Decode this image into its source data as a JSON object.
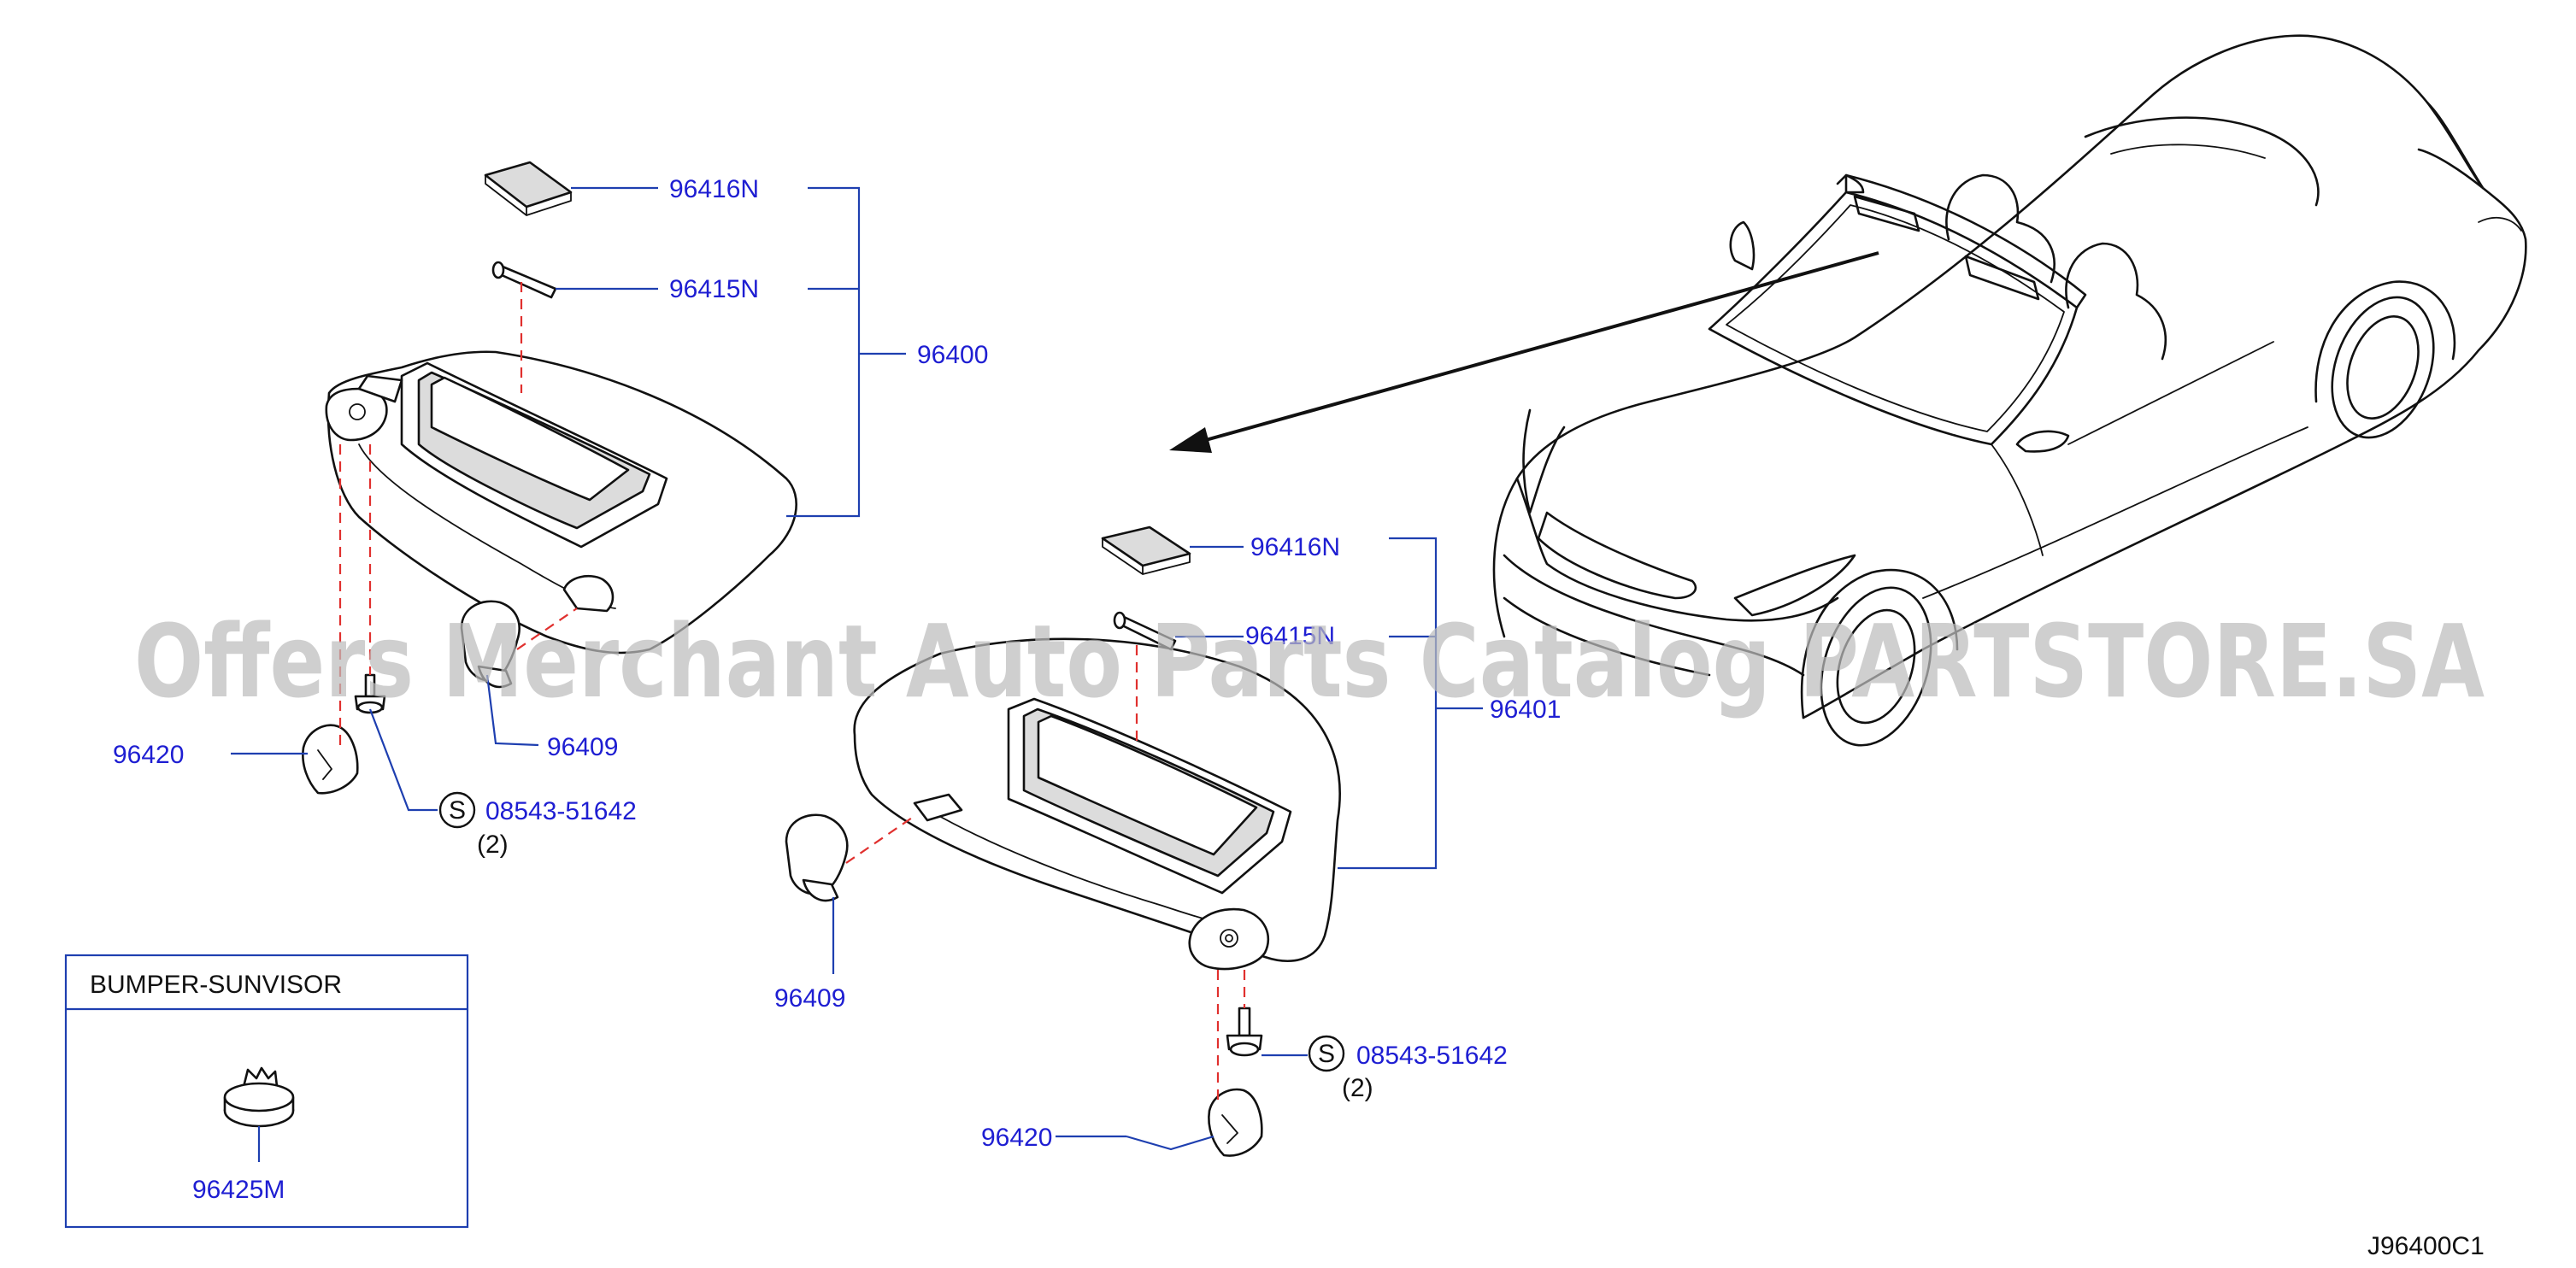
{
  "diagram_id": "J96400C1",
  "watermark": "Offers Merchant Auto Parts Catalog PARTSTORE.SA",
  "left_assembly": {
    "mirror_cover": "96416N",
    "lamp_bulb": "96415N",
    "assembly": "96400",
    "holder": "96409",
    "cover": "96420",
    "screw_symbol": "S",
    "screw": "08543-51642",
    "screw_qty": "(2)"
  },
  "right_assembly": {
    "mirror_cover": "96416N",
    "lamp_bulb": "96415N",
    "assembly": "96401",
    "holder": "96409",
    "cover": "96420",
    "screw_symbol": "S",
    "screw": "08543-51642",
    "screw_qty": "(2)"
  },
  "inset": {
    "title": "BUMPER-SUNVISOR",
    "part": "96425M"
  },
  "colors": {
    "part_number": "#1e1ed2",
    "leader": "#1e3fb0",
    "dashed_guide": "#e0302e",
    "line_art": "#111111",
    "watermark": "#bdbdbd"
  }
}
